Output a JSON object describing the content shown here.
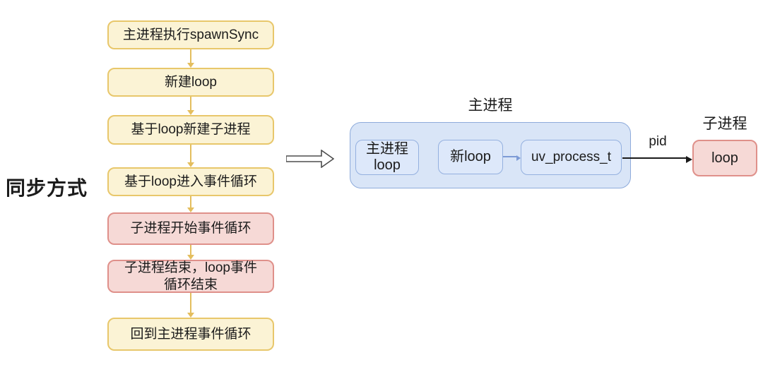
{
  "diagram": {
    "left_label": "同步方式",
    "flowchart_steps": [
      {
        "color": "yellow",
        "lines": [
          "主进程执行spawnSync"
        ]
      },
      {
        "color": "yellow",
        "lines": [
          "新建loop"
        ]
      },
      {
        "color": "yellow",
        "lines": [
          "基于loop新建子进程"
        ]
      },
      {
        "color": "yellow",
        "lines": [
          "基于loop进入事件循环"
        ]
      },
      {
        "color": "red",
        "lines": [
          "子进程开始事件循环"
        ]
      },
      {
        "color": "red",
        "lines": [
          "子进程结束，loop事件",
          "循环结束"
        ]
      },
      {
        "color": "yellow",
        "lines": [
          "回到主进程事件循环"
        ]
      }
    ],
    "main_process": {
      "title": "主进程",
      "boxes": [
        {
          "lines": [
            "主进程",
            "loop"
          ]
        },
        {
          "lines": [
            "新loop"
          ]
        },
        {
          "lines": [
            "uv_process_t"
          ]
        }
      ]
    },
    "pid_label": "pid",
    "child_process": {
      "title": "子进程",
      "box_label": "loop"
    },
    "colors": {
      "yellow_fill": "#FBF3D5",
      "yellow_border": "#E8C76B",
      "red_fill": "#F6D9D6",
      "red_border": "#DF908A",
      "blue_container_fill": "#D9E5F7",
      "blue_container_border": "#8EABDB",
      "blue_box_fill": "#DDE8FA",
      "blue_box_border": "#94B0DF",
      "gold_arrow": "#E4BE5E",
      "blue_arrow": "#7D9BD6",
      "black_arrow": "#1A1A1A",
      "text": "#1B1B1B"
    }
  }
}
